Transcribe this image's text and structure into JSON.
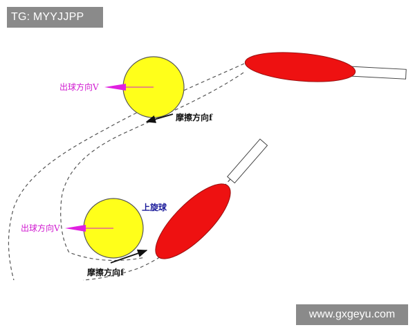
{
  "watermark_top_left": "TG: MYYJJPP",
  "watermark_bottom_right": "www.gxgeyu.com",
  "top_scene": {
    "ball_direction_label": "出球方向V",
    "friction_label": "摩擦方向f"
  },
  "bottom_scene": {
    "ball_direction_label": "出球方向V",
    "friction_label": "摩擦方向f",
    "spin_label": "上旋球"
  },
  "colors": {
    "ball": "#ffff1a",
    "paddle": "#ee1111",
    "direction_arrow": "#e020e0",
    "friction_arrow": "#111111",
    "path": "#555555"
  }
}
